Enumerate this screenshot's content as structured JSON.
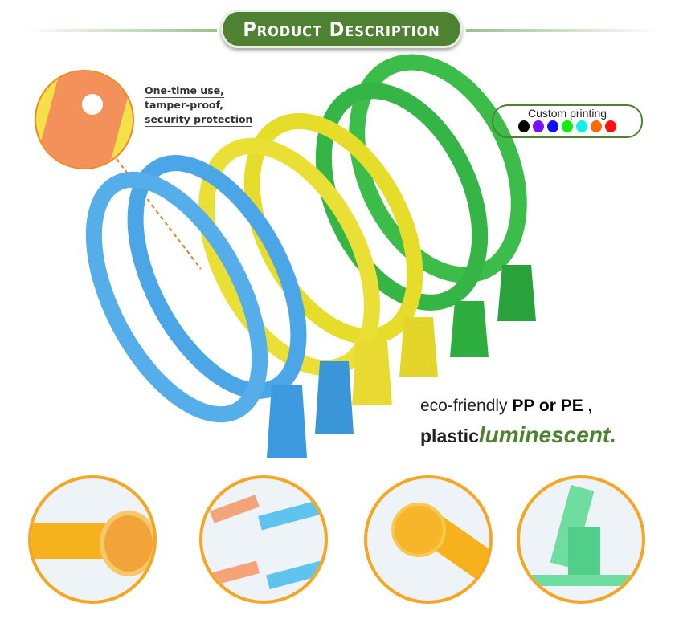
{
  "header": {
    "title": "Product Description"
  },
  "callout": {
    "lines": [
      "One-time use,",
      "tamper-proof,",
      "security protection"
    ]
  },
  "custom_printing": {
    "label": "Custom printing",
    "colors": [
      "#000000",
      "#7a10ff",
      "#1010ff",
      "#10ee10",
      "#10f0f0",
      "#ff6a00",
      "#ff1010"
    ]
  },
  "material": {
    "line1_prefix": "eco-friendly",
    "line1_bold": "PP or PE ,",
    "line2_prefix": "plastic",
    "line2_accent": "luminescent."
  },
  "colors": {
    "brand_green": "#4f8132",
    "border_orange": "#f5a623"
  }
}
